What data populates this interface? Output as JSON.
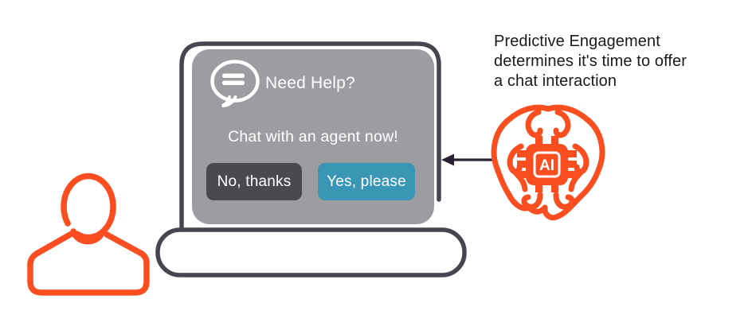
{
  "scene_title": "Predictive Engagement chat offer illustration",
  "colors": {
    "background": "#FFFFFF",
    "orange": "#FB4E20",
    "laptop_frame_gray": "#47464E",
    "panel_gray": "#9B9DA1",
    "decline_button_gray": "#4A494F",
    "accept_button_teal": "#3996B4",
    "arrow_dark": "#2A2233",
    "annotation_text": "#1A1A1A",
    "white": "#FFFFFF"
  },
  "chat_widget": {
    "title": "Need Help?",
    "message": "Chat with an agent now!",
    "decline_label": "No, thanks",
    "accept_label": "Yes, please"
  },
  "brain": {
    "chip_label": "AI"
  },
  "annotation": {
    "lines": [
      "Predictive Engagement",
      "determines it's time to offer",
      "a chat interaction"
    ]
  },
  "icons": {
    "user": "user-icon",
    "chat_bubble": "chat-bubble-icon",
    "brain_chip": "brain-ai-chip-icon",
    "arrow": "arrow-left"
  }
}
